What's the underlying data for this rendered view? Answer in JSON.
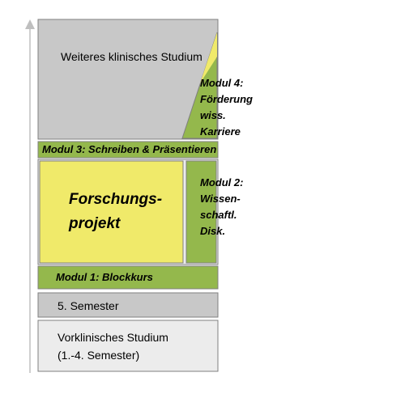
{
  "colors": {
    "gray": "#c8c8c8",
    "light_gray": "#ececec",
    "yellow": "#f0ea6a",
    "green": "#94b84c",
    "border": "#7f7f7f",
    "arrow": "#bfbfbf"
  },
  "blocks": {
    "weiteres": {
      "label": "Weiteres klinisches Studium"
    },
    "modul4": {
      "lines": [
        "Modul 4:",
        "Förderung",
        "wiss.",
        "Karriere"
      ]
    },
    "modul3": {
      "label": "Modul 3: Schreiben & Präsentieren"
    },
    "forschung": {
      "lines": [
        "Forschungs-",
        "projekt"
      ]
    },
    "modul2": {
      "lines": [
        "Modul 2:",
        "Wissen-",
        "schaftl.",
        "Disk."
      ]
    },
    "modul1": {
      "label": "Modul 1: Blockkurs"
    },
    "semester5": {
      "label": "5. Semester"
    },
    "vorklinik": {
      "lines": [
        "Vorklinisches Studium",
        "(1.-4. Semester)"
      ]
    }
  }
}
